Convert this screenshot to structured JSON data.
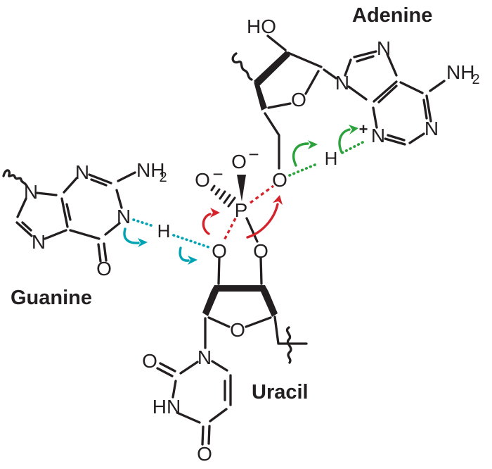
{
  "diagram": {
    "molecule_labels": {
      "adenine": "Adenine",
      "guanine": "Guanine",
      "uracil": "Uracil"
    },
    "atom_symbols": {
      "nitrogen": "N",
      "oxygen": "O",
      "phosphorus": "P",
      "hydrogen": "H",
      "hydroxyl": "HO",
      "imino": "HN",
      "amino": "NH",
      "subscript_two": "2",
      "minus_charge": "−",
      "plus_charge": "+"
    },
    "colors": {
      "skeleton": "#231f20",
      "red_arrow": "#d5232b",
      "green_arrow": "#2ba23c",
      "cyan_arrow": "#00a3b4"
    }
  }
}
